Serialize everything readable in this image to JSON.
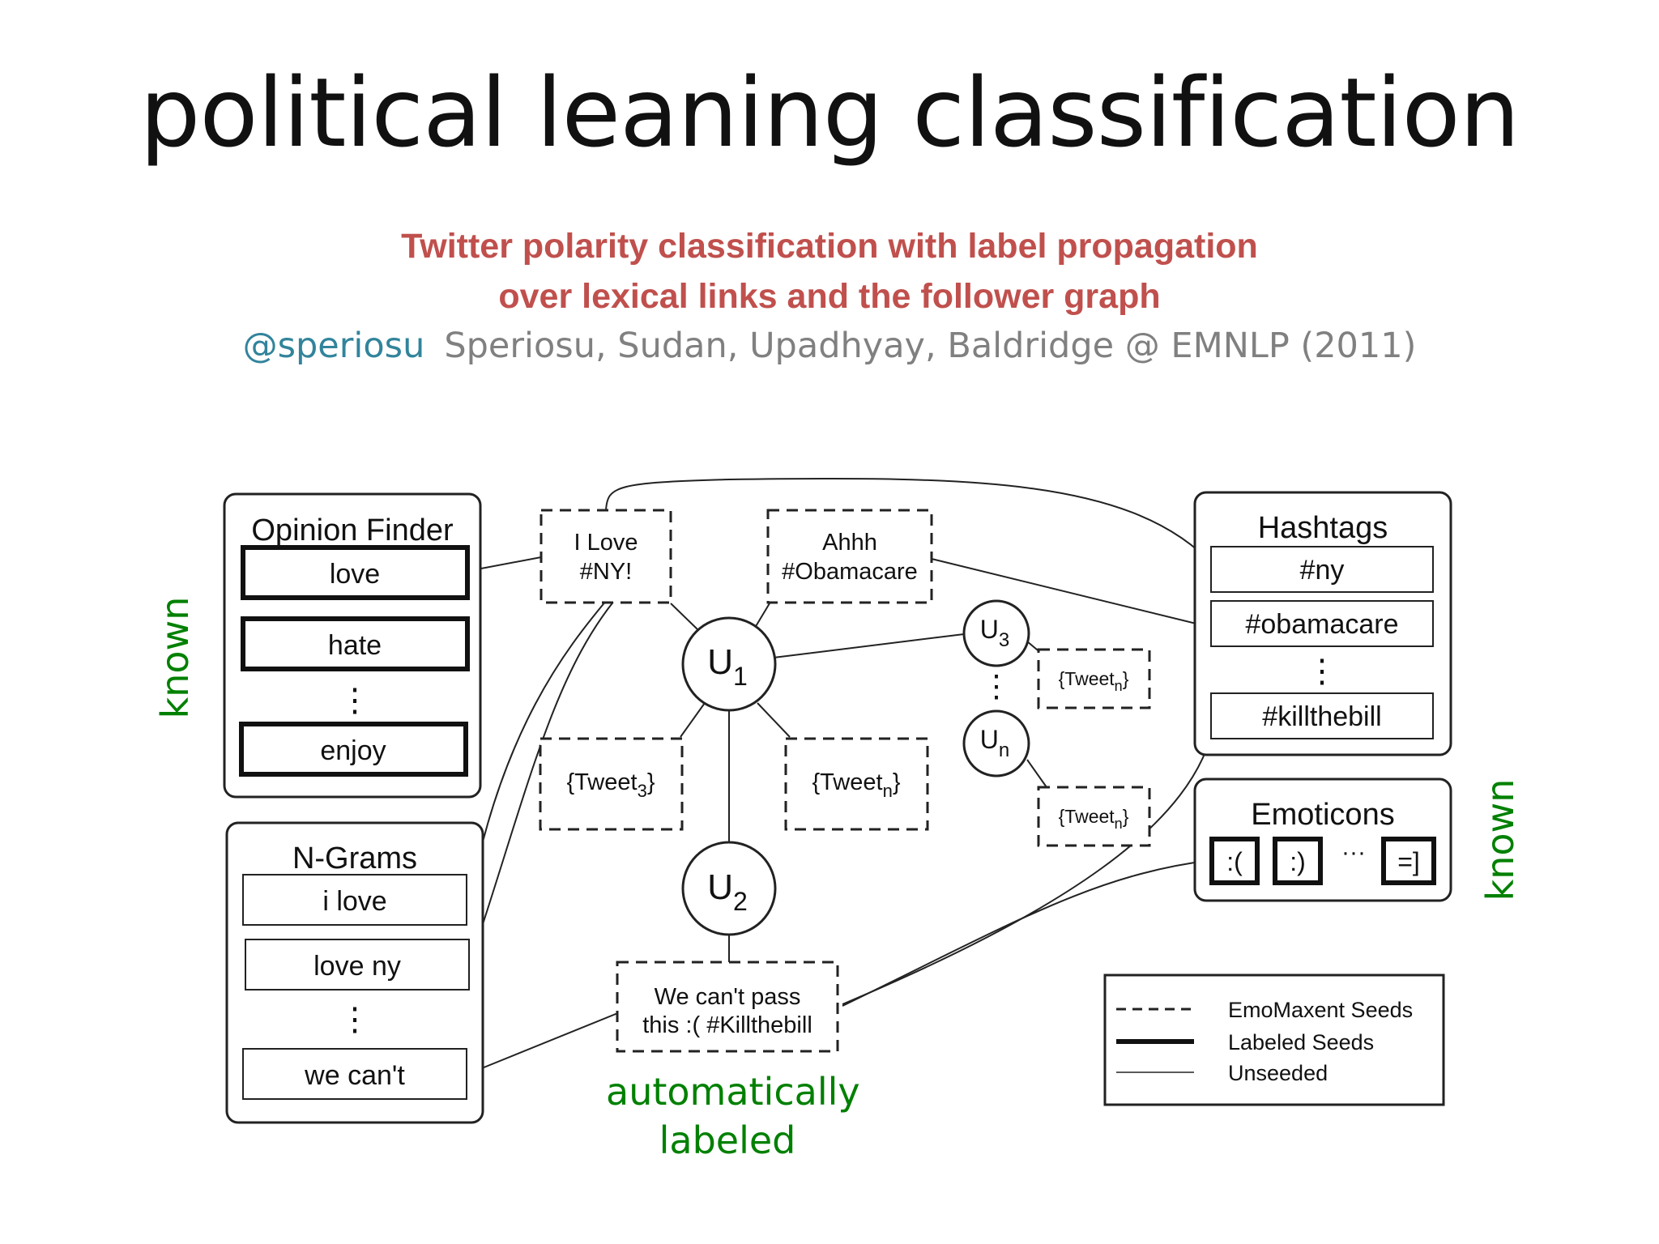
{
  "slide": {
    "title": "political leaning classification",
    "paper_title_line1": "Twitter polarity classification with label propagation",
    "paper_title_line2": "over lexical links and the follower graph",
    "handle": "@speriosu",
    "authors": "Speriosu, Sudan, Upadhyay, Baldridge @ EMNLP (2011)",
    "annotations": {
      "known_left": "known",
      "known_right": "known",
      "auto_line1": "automatically",
      "auto_line2": "labeled"
    }
  },
  "diagram": {
    "opinion_finder": {
      "title": "Opinion Finder",
      "items": [
        "love",
        "hate",
        "enjoy"
      ]
    },
    "ngrams": {
      "title": "N-Grams",
      "items": [
        "i love",
        "love ny",
        "we can't"
      ]
    },
    "hashtags": {
      "title": "Hashtags",
      "items": [
        "#ny",
        "#obamacare",
        "#killthebill"
      ]
    },
    "emoticons": {
      "title": "Emoticons",
      "items": [
        ":(",
        ":)",
        "=]"
      ],
      "ellipsis": "···"
    },
    "vdots": "⋮",
    "tweets": {
      "ilove_line1": "I Love",
      "ilove_line2": "#NY!",
      "ahhh_line1": "Ahhh",
      "ahhh_line2": "#Obamacare",
      "cant_line1": "We can't pass",
      "cant_line2": "this :( #Killthebill",
      "tweet3": "{Tweet",
      "tweet3_sub": "3",
      "tweet_close": "}",
      "tweetn": "{Tweet",
      "tweetn_sub": "n"
    },
    "users": {
      "u1": "U",
      "u1_sub": "1",
      "u2": "U",
      "u2_sub": "2",
      "u3": "U",
      "u3_sub": "3",
      "un": "U",
      "un_sub": "n"
    },
    "legend": [
      "EmoMaxent Seeds",
      "Labeled Seeds",
      "Unseeded"
    ]
  }
}
